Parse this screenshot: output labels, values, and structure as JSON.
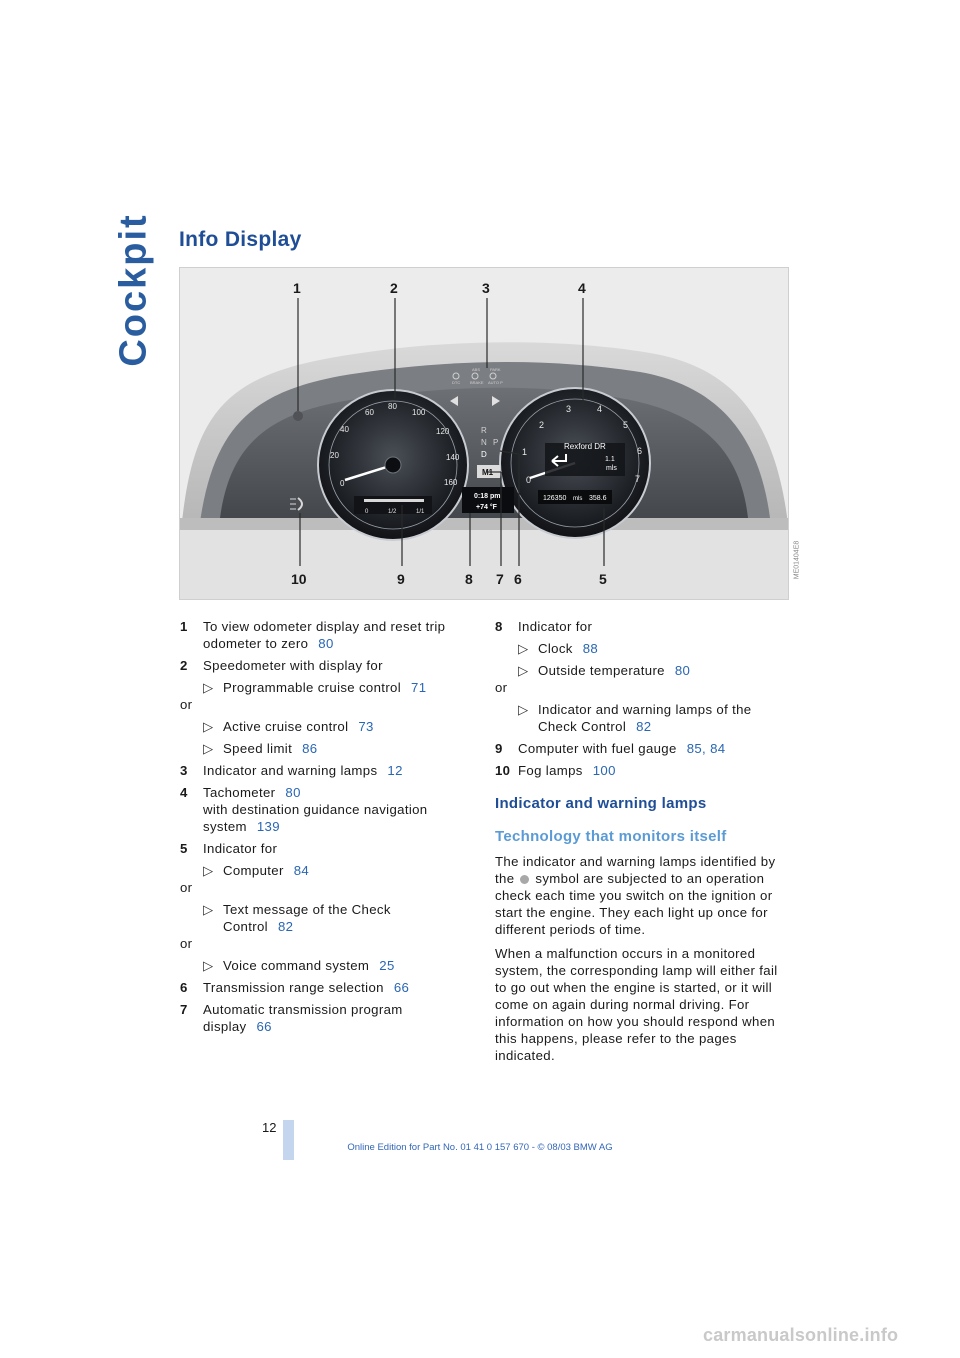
{
  "side_title": "Cockpit",
  "section_title": "Info Display",
  "figure": {
    "callouts": [
      "1",
      "2",
      "3",
      "4",
      "5",
      "6",
      "7",
      "8",
      "9",
      "10"
    ],
    "code": "ME01404E8",
    "display": {
      "destination": "Rexford DR",
      "nav_distance": "1.1",
      "nav_unit": "mls",
      "odometer": "126350",
      "odometer_unit": "mls",
      "trip": "358.6",
      "clock": "0:18 pm",
      "temperature": "+74 °F",
      "program": "M1",
      "gear_r": "R",
      "gear_n": "N",
      "gear_p": "P",
      "gear_d": "D",
      "fuel_0": "0",
      "fuel_half": "1/2",
      "fuel_full": "1/1",
      "warn_labels": [
        "ABS",
        "PARK",
        "DTC",
        "BRAKE",
        "AUTO P"
      ],
      "speedo_ticks": [
        "0",
        "20",
        "40",
        "60",
        "80",
        "100",
        "120",
        "140",
        "160"
      ],
      "tacho_ticks": [
        "0",
        "1",
        "2",
        "3",
        "4",
        "5",
        "6",
        "7"
      ]
    }
  },
  "left_items": [
    {
      "num": "1",
      "text": "To view odometer display and reset trip odometer to zero",
      "page": "80",
      "subs": []
    },
    {
      "num": "2",
      "text": "Speedometer with display for",
      "page": "",
      "subs": [
        {
          "text": "Programmable cruise control",
          "page": "71",
          "or": "or"
        },
        {
          "text": "Active cruise control",
          "page": "73",
          "or": ""
        },
        {
          "text": "Speed limit",
          "page": "86",
          "or": ""
        }
      ]
    },
    {
      "num": "3",
      "text": "Indicator and warning lamps",
      "page": "12",
      "subs": []
    },
    {
      "num": "4",
      "text_line1": "Tachometer",
      "page": "80",
      "text_line2": "with destination guidance navigation system",
      "page2": "139"
    },
    {
      "num": "5",
      "text": "Indicator for",
      "page": "",
      "subs": [
        {
          "text": "Computer",
          "page": "84",
          "or": "or"
        },
        {
          "text": "Text message of the Check Control",
          "page": "82",
          "or": "or"
        },
        {
          "text": "Voice command system",
          "page": "25",
          "or": ""
        }
      ]
    },
    {
      "num": "6",
      "text": "Transmission range selection",
      "page": "66",
      "subs": []
    },
    {
      "num": "7",
      "text": "Automatic transmission program display",
      "page": "66",
      "subs": []
    }
  ],
  "right_items": [
    {
      "num": "8",
      "text": "Indicator for",
      "subs": [
        {
          "text": "Clock",
          "page": "88",
          "or": ""
        },
        {
          "text": "Outside temperature",
          "page": "80",
          "or": "or"
        },
        {
          "text": "Indicator and warning lamps of the Check Control",
          "page": "82",
          "or": ""
        }
      ]
    },
    {
      "num": "9",
      "text": "Computer with fuel gauge",
      "page": "85, 84"
    },
    {
      "num": "10",
      "text": "Fog lamps",
      "page": "100"
    }
  ],
  "subheading": "Indicator and warning lamps",
  "subsubheading": "Technology that monitors itself",
  "para1_before": "The indicator and warning lamps identified by the",
  "para1_after": "symbol are subjected to an operation check each time you switch on the ignition or start the engine. They each light up once for different periods of time.",
  "para2": "When a malfunction occurs in a monitored system, the corresponding lamp will either fail to go out when the engine is started, or it will come on again during normal driving. For information on how you should respond when this happens, please refer to the pages indicated.",
  "page_number": "12",
  "footer": "Online Edition for Part No. 01 41 0 157 670 - © 08/03 BMW AG",
  "watermark": "carmanualsonline.info"
}
